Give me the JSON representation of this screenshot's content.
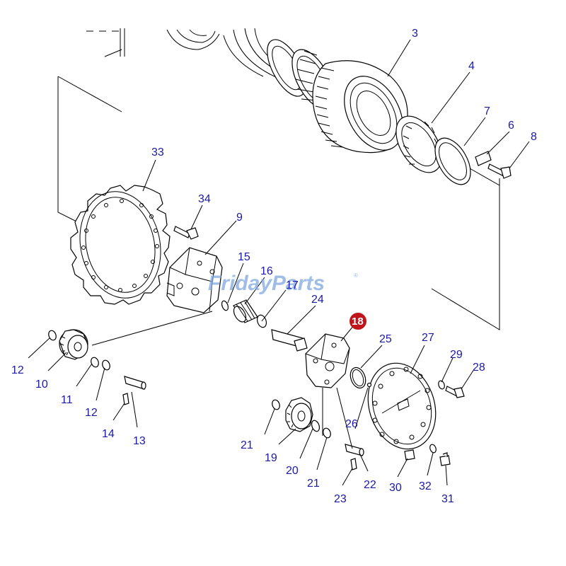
{
  "watermark": {
    "text": "FridayParts",
    "mark": "®",
    "color": "#7fa8e0"
  },
  "highlight": {
    "label": "18",
    "color": "#c0161b"
  },
  "label_color": "#1a1aa6",
  "callouts": [
    "3",
    "4",
    "7",
    "6",
    "8",
    "33",
    "34",
    "9",
    "15",
    "16",
    "17",
    "24",
    "25",
    "27",
    "29",
    "28",
    "12",
    "10",
    "11",
    "12",
    "14",
    "13",
    "21",
    "19",
    "20",
    "21",
    "26",
    "23",
    "22",
    "30",
    "32",
    "31"
  ]
}
